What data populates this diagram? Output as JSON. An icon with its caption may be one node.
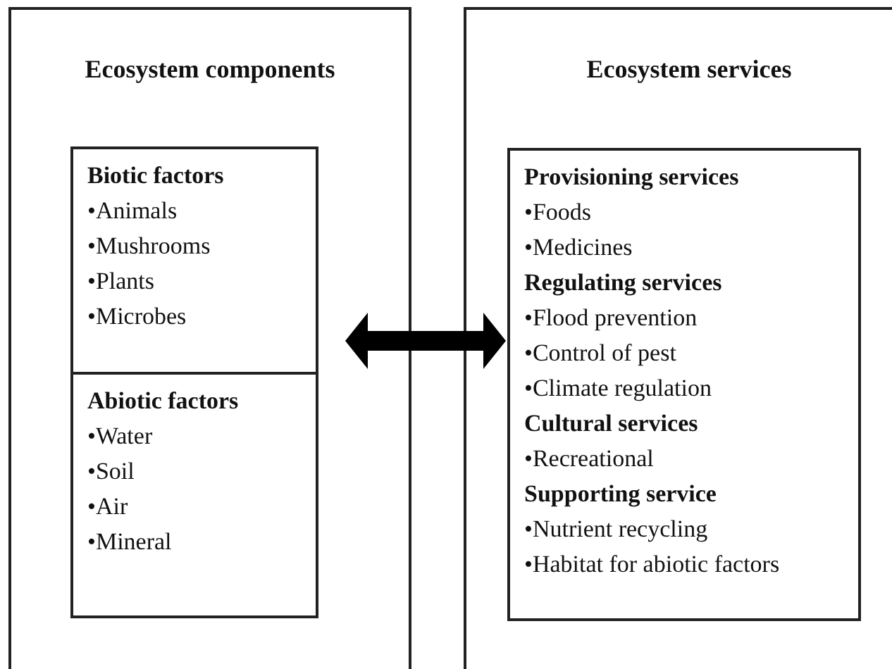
{
  "diagram": {
    "nodes": [
      {
        "text": [
          "Ecosystem components"
        ]
      },
      {
        "text": [
          "Biotic factors",
          "•Animals",
          "•Mushrooms",
          "•Plants",
          "•Microbes"
        ],
        "in": 0
      },
      {
        "text": [
          "Abiotic factors",
          "•Water",
          "•Soil",
          "•Air",
          "•Mineral"
        ],
        "in": 0
      },
      {
        "text": [
          "Ecosystem services"
        ]
      },
      {
        "text": [
          "Provisioning services",
          "•Foods",
          "•Medicines",
          "Regulating services",
          "•Flood prevention",
          "•Control of pest",
          "•Climate regulation",
          "Cultural services",
          "•Recreational",
          "Supporting service",
          "•Nutrient recycling",
          "•Habitat for abiotic factors"
        ],
        "in": 3
      }
    ],
    "edges": [
      {
        "from": 0,
        "to": 4,
        "arrow": "both"
      }
    ]
  }
}
